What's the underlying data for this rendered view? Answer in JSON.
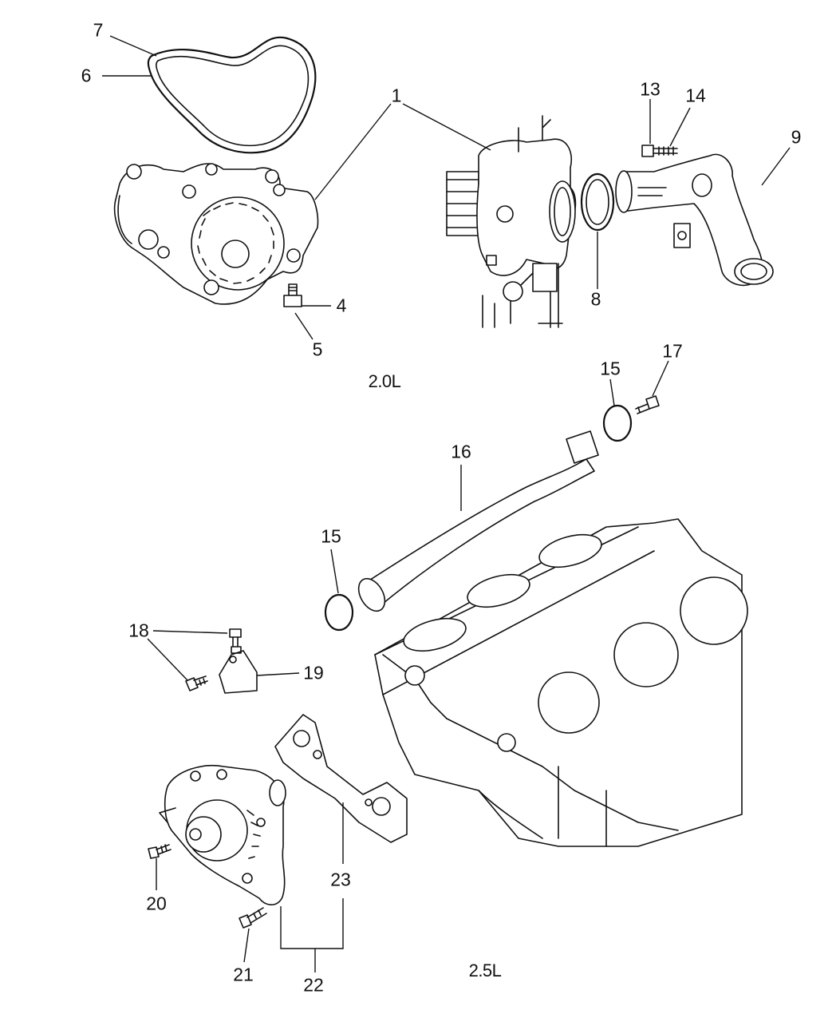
{
  "sections": {
    "upper": "2.0L",
    "lower": "2.5L"
  },
  "callouts": {
    "c1": "1",
    "c4": "4",
    "c5": "5",
    "c6": "6",
    "c7": "7",
    "c8": "8",
    "c9": "9",
    "c13": "13",
    "c14": "14",
    "c15a": "15",
    "c15b": "15",
    "c16": "16",
    "c17": "17",
    "c18": "18",
    "c19": "19",
    "c20": "20",
    "c21": "21",
    "c22": "22",
    "c23": "23"
  }
}
